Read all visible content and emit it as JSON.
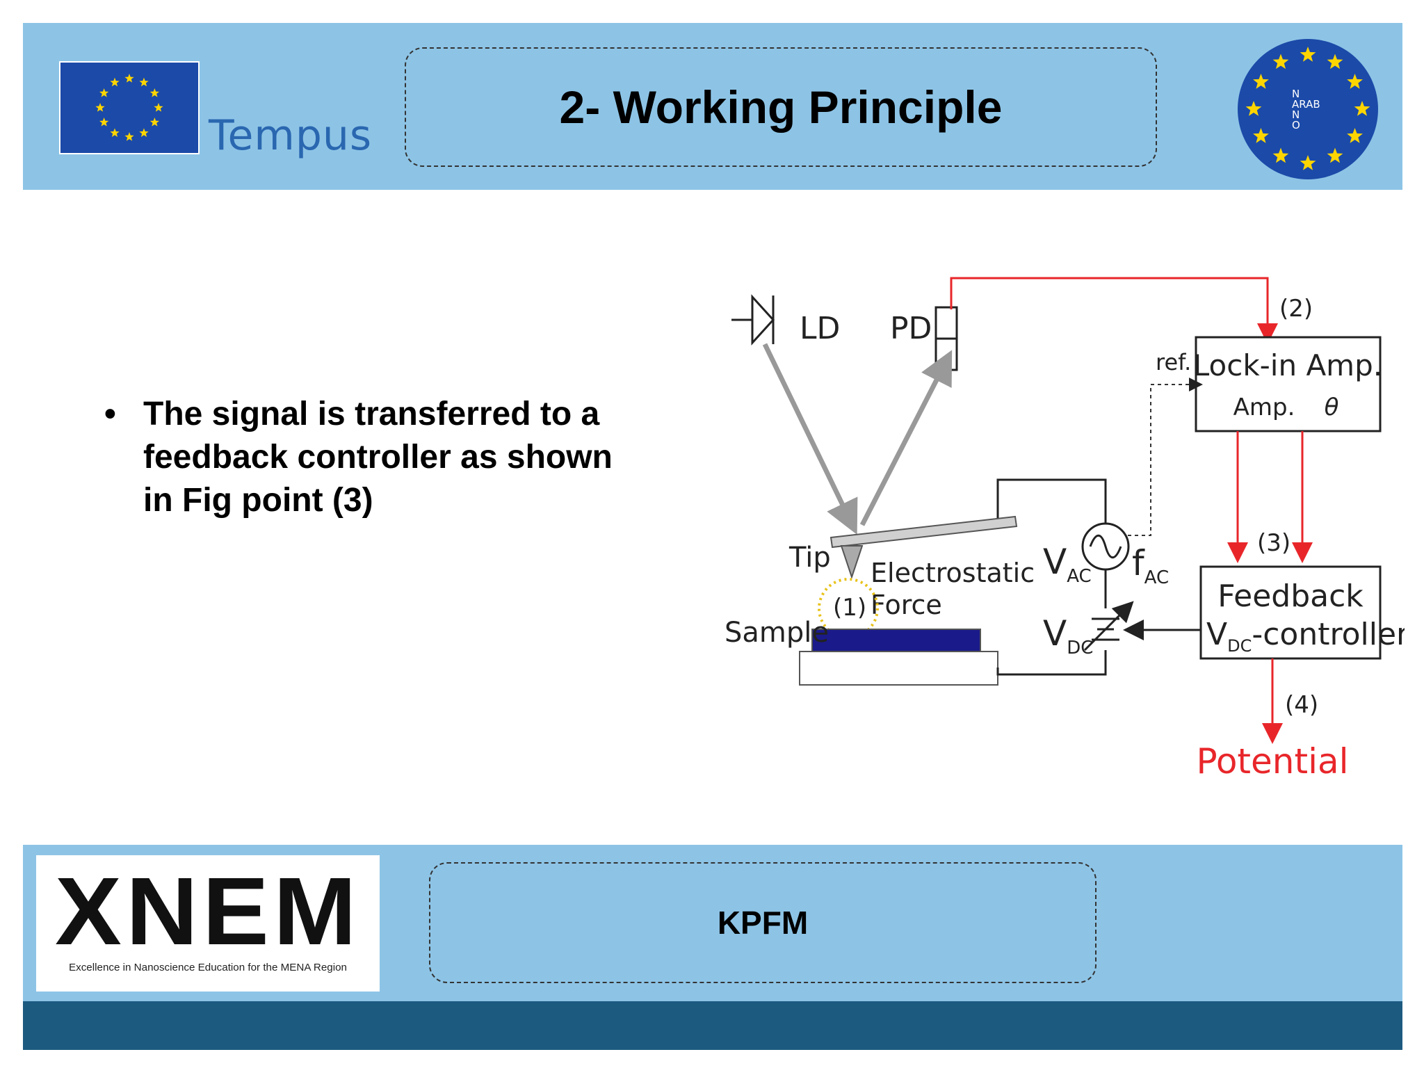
{
  "header": {
    "title": "2- Working Principle",
    "left_logo_text": "Tempus",
    "right_logo_letters": [
      "N",
      "ARAB",
      "N",
      "O"
    ]
  },
  "content": {
    "bullet": "The signal is transferred to a feedback controller as shown in Fig point (3)"
  },
  "diagram": {
    "ld": "LD",
    "pd": "PD",
    "label_2": "(2)",
    "ref": "ref.",
    "lockin_title": "Lock-in Amp.",
    "lockin_sub_amp": "Amp.",
    "lockin_sub_theta": "θ",
    "tip": "Tip",
    "electrostatic": "Electrostatic",
    "force": "Force",
    "label_1": "(1)",
    "sample": "Sample",
    "v_ac_main": "V",
    "v_ac_sub": "AC",
    "f_ac_main": "f",
    "f_ac_sub": "AC",
    "v_dc_main": "V",
    "v_dc_sub": "DC",
    "label_3": "(3)",
    "feedback_title": "Feedback",
    "feedback_v": "V",
    "feedback_v_sub": "DC",
    "feedback_rest": "-controller",
    "label_4": "(4)",
    "potential": "Potential",
    "colors": {
      "signal": "#e8262a",
      "sample": "#1a1a8a",
      "beam": "#999999",
      "dotted_circle": "#e8c21a"
    }
  },
  "footer": {
    "logo_text": "XNEM",
    "logo_subtitle": "Excellence in Nanoscience Education for the MENA Region",
    "label": "KPFM"
  },
  "colors": {
    "header_bg": "#8dc4e6",
    "bottom_bar": "#1d5a80",
    "eu_blue": "#1b4aa8",
    "star_yellow": "#ffd500"
  }
}
